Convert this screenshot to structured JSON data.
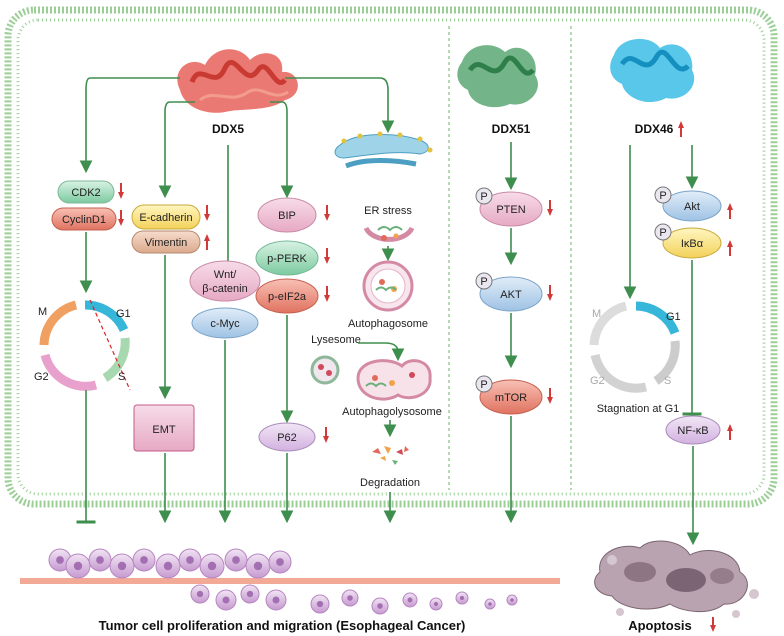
{
  "proteins": {
    "ddx5": "DDX5",
    "ddx51": "DDX51",
    "ddx46": "DDX46"
  },
  "ddx5": {
    "cdk2": "CDK2",
    "cyclind1": "CyclinD1",
    "ecadherin": "E-cadherin",
    "vimentin": "Vimentin",
    "wnt1": "Wnt/",
    "wnt2": "β-catenin",
    "cmyc": "c-Myc",
    "emt": "EMT",
    "bip": "BIP",
    "pperk": "p-PERK",
    "peif2a": "p-eIF2a",
    "p62": "P62",
    "er_stress": "ER stress",
    "autophagosome": "Autophagosome",
    "lysesome": "Lysesome",
    "autophagolysosome": "Autophagolysosome",
    "degradation": "Degradation"
  },
  "cell_cycle_left": {
    "g1": "G1",
    "s": "S",
    "g2": "G2",
    "m": "M"
  },
  "ddx51": {
    "pten": "PTEN",
    "akt": "AKT",
    "mtor": "mTOR",
    "p": "P"
  },
  "ddx46": {
    "akt": "Akt",
    "ikba": "IκBα",
    "nfkb": "NF-κB",
    "p": "P",
    "g1": "G1",
    "s": "S",
    "g2": "G2",
    "m": "M",
    "stagnation": "Stagnation at G1"
  },
  "footer": {
    "tumor": "Tumor cell proliferation and migration (Esophageal Cancer)",
    "apoptosis": "Apoptosis"
  },
  "colors": {
    "arrow_green": "#3e8e4e",
    "up_red": "#d23a3a",
    "membrane": "#8cc48c",
    "ddx5_protein": "#e0504a",
    "ddx51_protein": "#4a9e62",
    "ddx46_protein": "#2ab0d8"
  }
}
